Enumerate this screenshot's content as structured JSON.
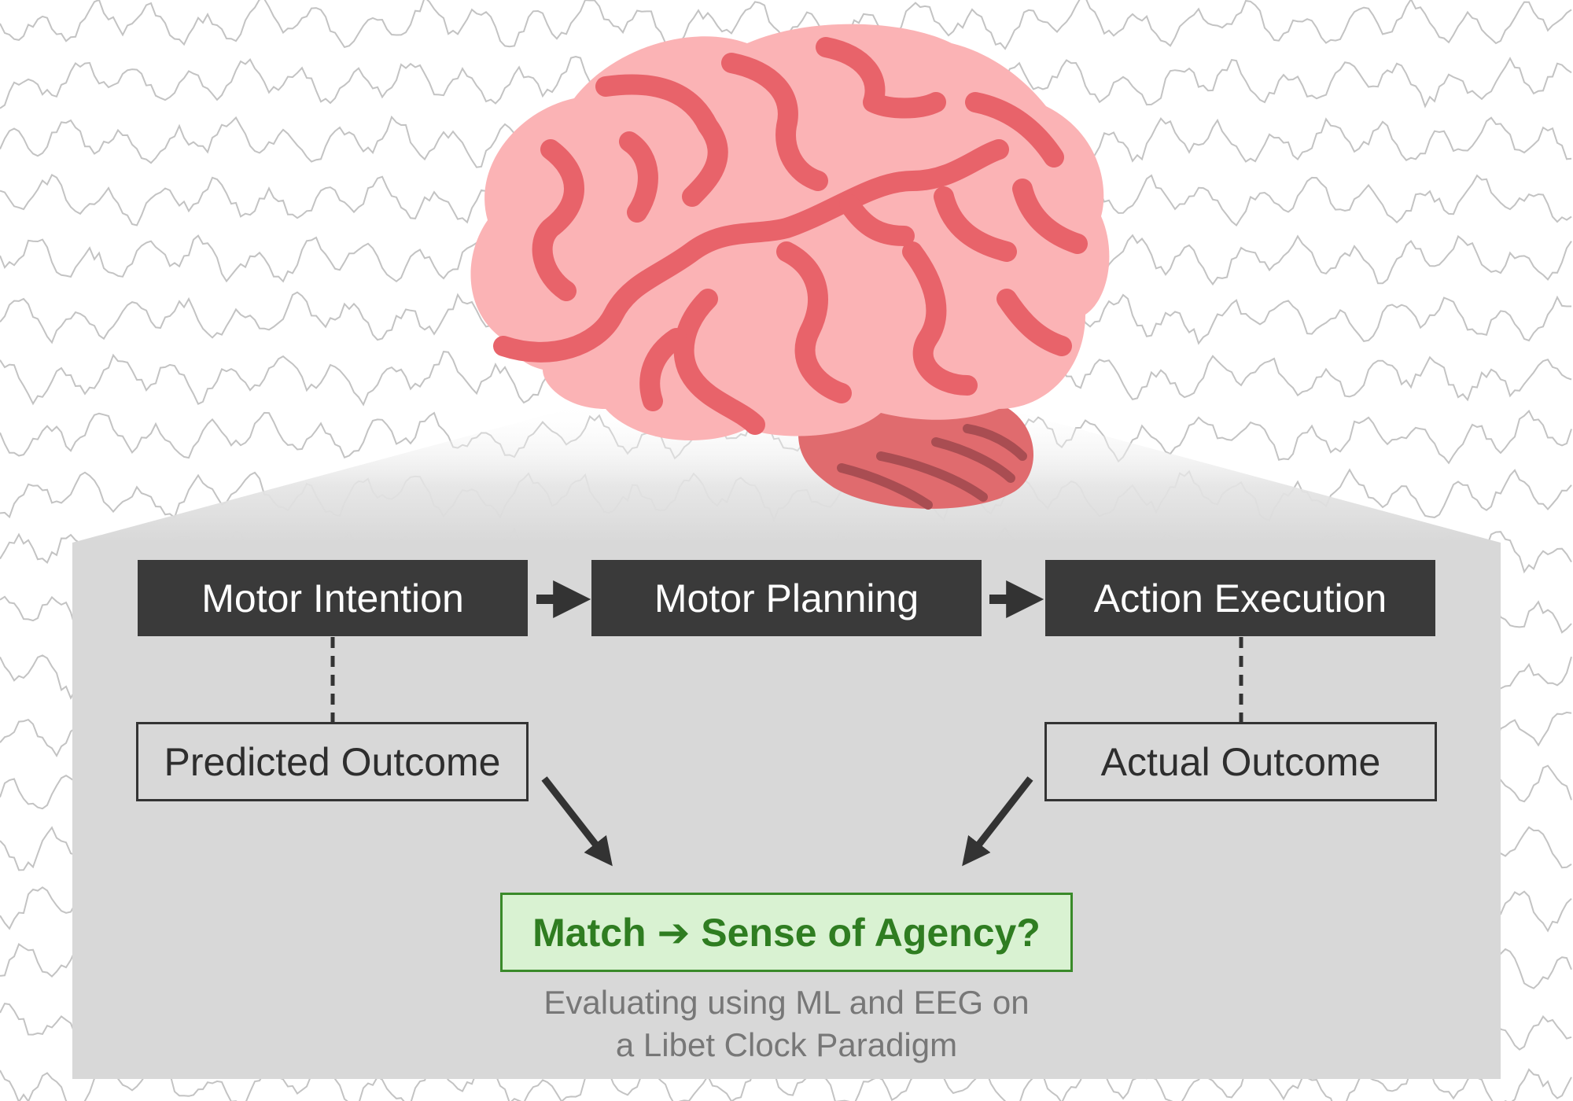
{
  "diagram": {
    "steps": [
      {
        "label": "Motor Intention"
      },
      {
        "label": "Motor Planning"
      },
      {
        "label": "Action Execution"
      }
    ],
    "outcomes": {
      "predicted": "Predicted Outcome",
      "actual": "Actual Outcome"
    },
    "result": "Match ➔ Sense of Agency?",
    "caption_line1": "Evaluating using ML and EEG on",
    "caption_line2": "a Libet Clock Paradigm"
  },
  "colors": {
    "dark_box": "#3a3a3a",
    "panel": "#d8d8d8",
    "match_fill": "#d9f2d2",
    "match_border": "#3a8a2a",
    "match_text": "#2f7d21",
    "brain_base": "#fbb3b5",
    "brain_gyri": "#e8636a",
    "cerebellum": "#e06b6e",
    "eeg_trace": "#bdbdbd"
  },
  "icons": {
    "brain": "brain-icon",
    "background": "eeg-waveform-pattern"
  }
}
